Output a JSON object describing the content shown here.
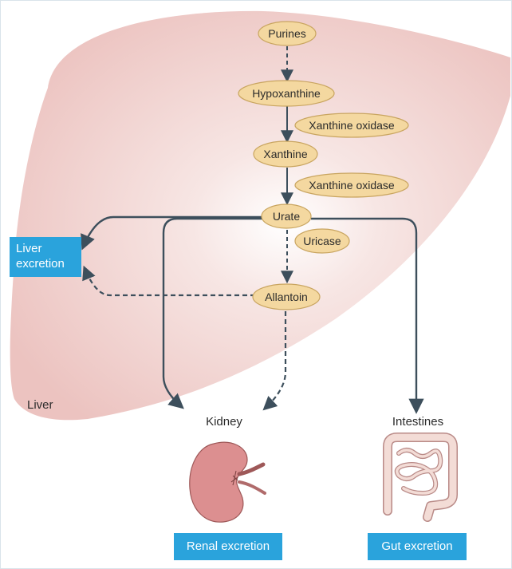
{
  "nodes": {
    "purines": "Purines",
    "hypoxanthine": "Hypoxanthine",
    "xanthine_oxidase_1": "Xanthine oxidase",
    "xanthine": "Xanthine",
    "xanthine_oxidase_2": "Xanthine oxidase",
    "urate": "Urate",
    "uricase": "Uricase",
    "allantoin": "Allantoin"
  },
  "labels": {
    "liver": "Liver",
    "kidney": "Kidney",
    "intestines": "Intestines"
  },
  "outputs": {
    "liver_excretion_line1": "Liver",
    "liver_excretion_line2": "excretion",
    "renal_excretion": "Renal excretion",
    "gut_excretion": "Gut excretion"
  },
  "colors": {
    "liver_fill": "#efc9c6",
    "node_fill": "#f4d8a0",
    "node_stroke": "#c9a560",
    "arrow": "#3d4f5c",
    "output_box": "#2aa3dc",
    "kidney_fill": "#dc8f90"
  }
}
